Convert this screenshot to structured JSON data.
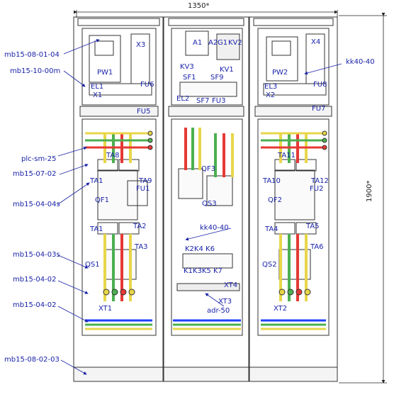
{
  "dimensions": {
    "width": "1350*",
    "height": "1900*"
  },
  "callouts": {
    "mb15_08_01_04": "mb15-08-01-04",
    "mb15_10_00m": "mb15-10-00m",
    "plc_sm_25": "plc-sm-25",
    "mb15_07_02": "mb15-07-02",
    "mb15_04_04s": "mb15-04-04s",
    "mb15_04_03s": "mb15-04-03s",
    "mb15_04_02_a": "mb15-04-02",
    "mb15_04_02_b": "mb15-04-02",
    "mb15_08_02_03": "mb15-08-02-03",
    "kk40_40_right": "kk40-40",
    "kk40_40_mid": "kk40-40",
    "adr_50": "adr-50"
  },
  "left_cabinet": {
    "X3": "X3",
    "PW1": "PW1",
    "EL1": "EL1",
    "X1": "X1",
    "FU6": "FU6",
    "FU5": "FU5",
    "TA8": "TA8",
    "TA1": "TA1",
    "TA9": "TA9",
    "QF1": "QF1",
    "FU1": "FU1",
    "TA2": "TA2",
    "TA3": "TA3",
    "QS1": "QS1",
    "XT1": "XT1"
  },
  "middle_cabinet": {
    "A1": "A1",
    "A2": "A2",
    "G1": "G1",
    "KV2": "KV2",
    "KV3": "KV3",
    "KV1": "KV1",
    "SF1": "SF1",
    "SF9": "SF9",
    "EL2": "EL2",
    "SF7": "SF7",
    "FU3": "FU3",
    "QF3": "QF3",
    "QS3": "QS3",
    "K2K4K6": "K2K4 K6",
    "K1K3K5K7": "K1K3K5 K7",
    "XT4": "XT4",
    "XT3": "XT3"
  },
  "right_cabinet": {
    "X4": "X4",
    "PW2": "PW2",
    "EL3": "EL3",
    "X2": "X2",
    "FU8": "FU8",
    "FU7": "FU7",
    "TA11": "TA11",
    "TA10": "TA10",
    "TA12": "TA12",
    "QF2": "QF2",
    "FU2": "FU2",
    "TA4": "TA4",
    "TA5": "TA5",
    "TA6": "TA6",
    "QS2": "QS2",
    "XT2": "XT2"
  }
}
